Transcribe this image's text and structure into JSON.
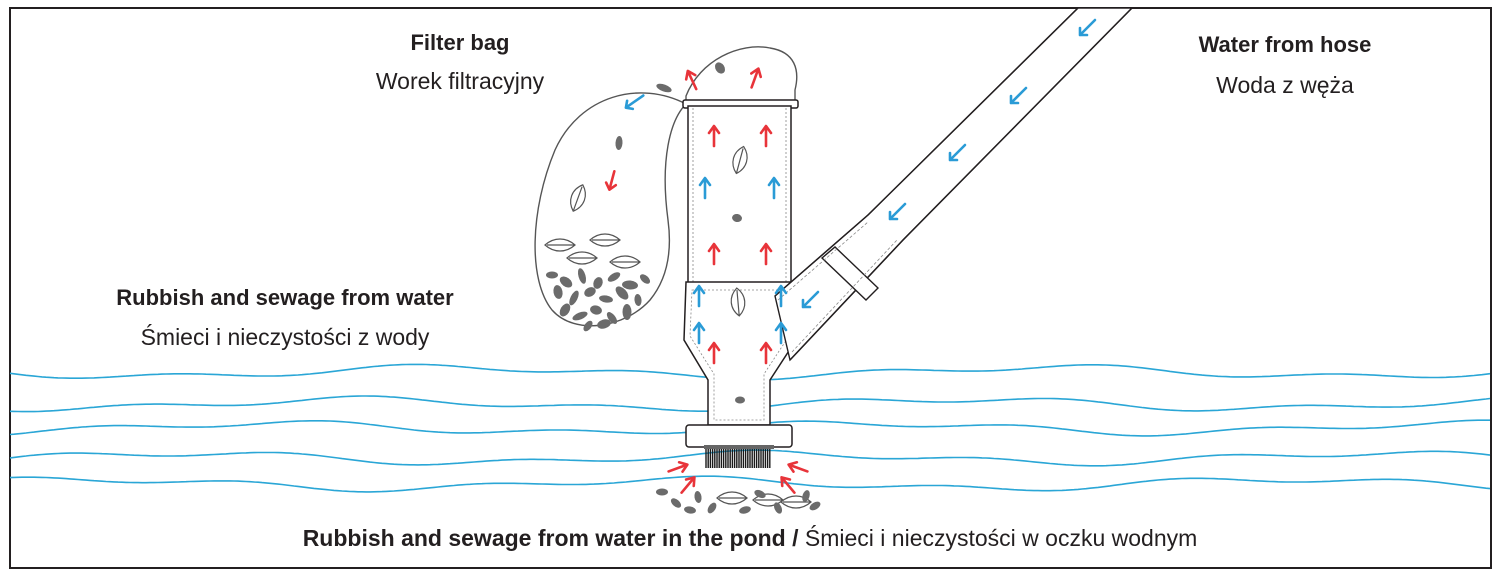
{
  "labels": {
    "filter_bag": {
      "en": "Filter bag",
      "pl": "Worek filtracyjny"
    },
    "water_from_hose": {
      "en": "Water from hose",
      "pl": "Woda z węża"
    },
    "rubbish_from_water": {
      "en": "Rubbish and sewage from water",
      "pl": "Śmieci i nieczystości z wody"
    },
    "bottom_caption": {
      "en": "Rubbish and sewage from water in the pond",
      "separator": " / ",
      "pl": "Śmieci i nieczystości w oczku wodnym"
    }
  },
  "colors": {
    "water": "#2aa6d6",
    "dirty_flow_arrow": "#e8343a",
    "clean_flow_arrow": "#2a9bd6",
    "outline": "#231f20",
    "debris": "#6b6b6b",
    "brush": "#1a1a1a"
  }
}
